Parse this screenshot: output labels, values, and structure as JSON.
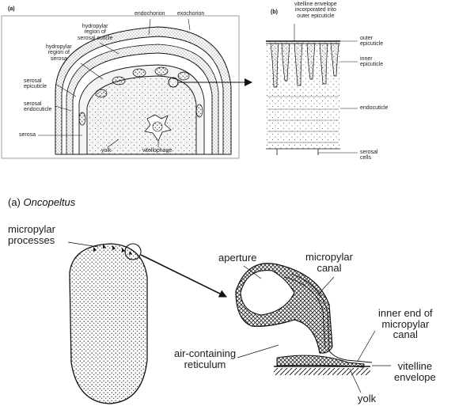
{
  "top_left": {
    "panel": "(a)",
    "labels": {
      "endochorion": "endochorion",
      "exochorion": "exochorion",
      "hydropylar_cuticle": "hydropylar\nregion of\nserosal cuticle",
      "hydropylar_serosa": "hydropylar\nregion of\nserosa",
      "serosal_epicuticle": "serosal\nepicuticle",
      "serosal_endocuticle": "serosal\nendocuticle",
      "serosa": "serosa",
      "yolk": "yolk",
      "vitellophage": "vitellophage"
    }
  },
  "top_right": {
    "panel": "(b)",
    "labels": {
      "vitelline_envelope": "vitelline envelope\nincorporated into\nouter epicuticle",
      "outer_epicuticle": "outer\nepicuticle",
      "inner_epicuticle": "inner\nepicuticle",
      "endocuticle": "endocuticle",
      "serosal_cells": "serosal\ncells"
    }
  },
  "section_a": {
    "prefix": "(a)",
    "species": "Oncopeltus"
  },
  "bottom": {
    "labels": {
      "micropylar_processes": "micropylar\nprocesses",
      "aperture": "aperture",
      "micropylar_canal": "micropylar\ncanal",
      "inner_end": "inner end of\nmicropylar\ncanal",
      "air_reticulum": "air-containing\nreticulum",
      "vitelline_envelope": "vitelline\nenvelope",
      "yolk": "yolk"
    }
  }
}
